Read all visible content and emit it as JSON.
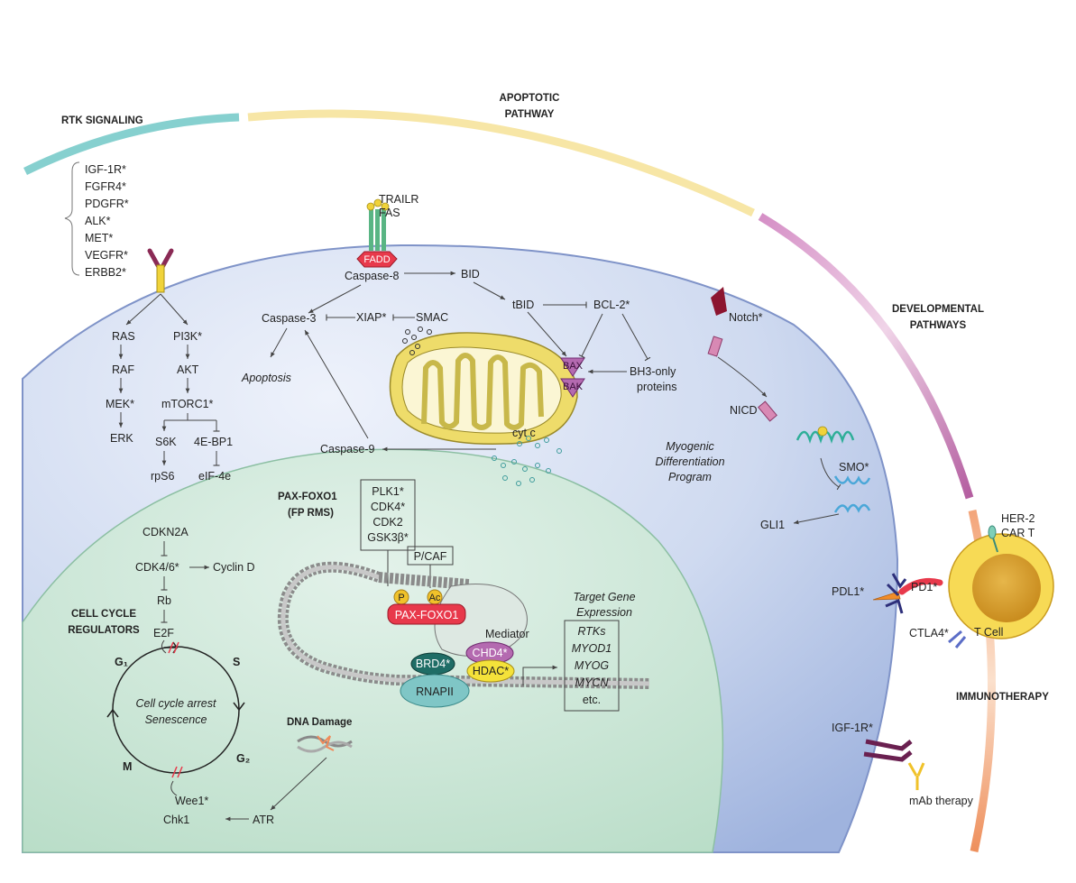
{
  "headers": {
    "rtk": "RTK SIGNALING",
    "apoptotic_1": "APOPTOTIC",
    "apoptotic_2": "PATHWAY",
    "developmental_1": "DEVELOPMENTAL",
    "developmental_2": "PATHWAYS",
    "immunotherapy": "IMMUNOTHERAPY",
    "pax_1": "PAX-FOXO1",
    "pax_2": "(FP RMS)",
    "cellcycle_1": "CELL CYCLE",
    "cellcycle_2": "REGULATORS",
    "dna_damage": "DNA Damage"
  },
  "rtk_receptors": [
    "IGF-1R*",
    "FGFR4*",
    "PDGFR*",
    "ALK*",
    "MET*",
    "VEGFR*",
    "ERBB2*"
  ],
  "rtk_pathway": {
    "ras": "RAS",
    "raf": "RAF",
    "mek": "MEK*",
    "erk": "ERK",
    "pi3k": "PI3K*",
    "akt": "AKT",
    "mtorc1": "mTORC1*",
    "s6k": "S6K",
    "bp1": "4E-BP1",
    "rps6": "rpS6",
    "eif4e": "eIF-4e"
  },
  "apoptosis": {
    "trailr": "TRAILR",
    "fas": "FAS",
    "fadd": "FADD",
    "caspase8": "Caspase-8",
    "bid": "BID",
    "tbid": "tBID",
    "bcl2": "BCL-2*",
    "caspase3": "Caspase-3",
    "xiap": "XIAP*",
    "smac": "SMAC",
    "apoptosis": "Apoptosis",
    "bax": "BAX",
    "bak": "BAK",
    "bh3_1": "BH3-only",
    "bh3_2": "proteins",
    "caspase9": "Caspase-9",
    "cytc": "cyt c"
  },
  "developmental": {
    "notch": "Notch*",
    "nicd": "NICD",
    "myogenic_1": "Myogenic",
    "myogenic_2": "Differentiation",
    "myogenic_3": "Program",
    "smo": "SMO*",
    "gli1": "GLI1"
  },
  "immuno": {
    "her2_1": "HER-2",
    "her2_2": "CAR T",
    "pdl1": "PDL1*",
    "pd1": "PD1*",
    "ctla4": "CTLA4*",
    "tcell": "T Cell",
    "igf1r": "IGF-1R*",
    "mab": "mAb therapy"
  },
  "pax": {
    "kinases": [
      "PLK1*",
      "CDK4*",
      "CDK2",
      "GSK3β*"
    ],
    "pcaf": "P/CAF",
    "p": "P",
    "ac": "Ac",
    "paxfoxo1": "PAX-FOXO1",
    "mediator": "Mediator",
    "chd4": "CHD4*",
    "brd4": "BRD4*",
    "hdac": "HDAC*",
    "rnapii": "RNAPII",
    "target_1": "Target Gene",
    "target_2": "Expression",
    "genes": [
      "RTKs",
      "MYOD1",
      "MYOG",
      "MYCN",
      "etc."
    ]
  },
  "cellcycle": {
    "cdkn2a": "CDKN2A",
    "cdk46": "CDK4/6*",
    "cyclind": "Cyclin D",
    "rb": "Rb",
    "e2f": "E2F",
    "g1": "G₁",
    "s": "S",
    "g2": "G₂",
    "m": "M",
    "arrest_1": "Cell cycle arrest",
    "arrest_2": "Senescence",
    "wee1": "Wee1*",
    "chk1": "Chk1",
    "atr": "ATR"
  },
  "colors": {
    "cytoplasm": "#c9d6ee",
    "nucleus": "#c5e3d3",
    "rtk_arc": "#7fcfcf",
    "apoptotic_arc": "#f7e6a3",
    "developmental_arc": "#c06fae",
    "immuno_arc": "#f0a27a",
    "fadd": "#e8394b",
    "paxfoxo1": "#e8394b",
    "mito": "#eedc6a",
    "tcell": "#f3d24f"
  }
}
